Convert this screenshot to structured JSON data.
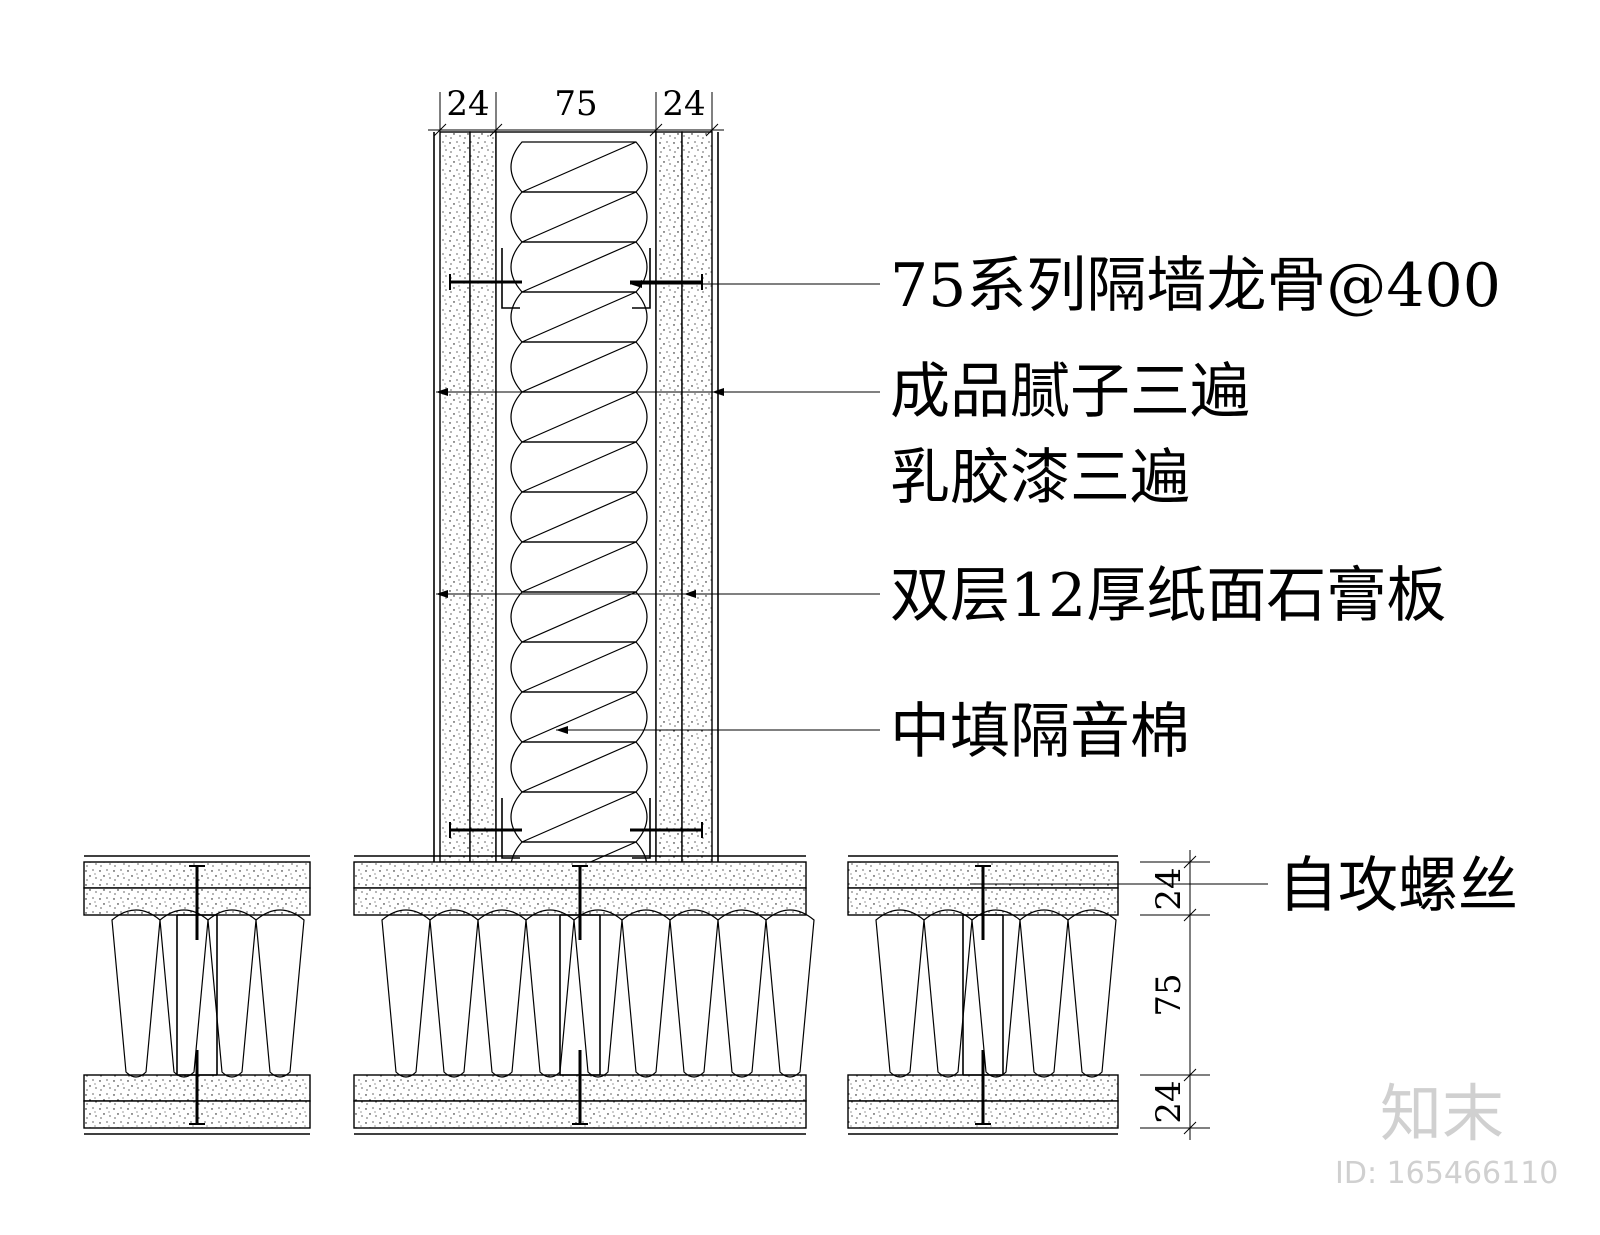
{
  "dimensions": {
    "top_left": "24",
    "top_mid": "75",
    "top_right": "24",
    "side_top": "24",
    "side_mid": "75",
    "side_bottom": "24"
  },
  "labels": {
    "stud": "75系列隔墙龙骨@400",
    "putty": "成品腻子三遍",
    "paint": "乳胶漆三遍",
    "gypsum": "双层12厚纸面石膏板",
    "insulation": "中填隔音棉",
    "screw": "自攻螺丝"
  },
  "watermark": {
    "logo": "知末",
    "id_text": "ID: 165466110"
  }
}
